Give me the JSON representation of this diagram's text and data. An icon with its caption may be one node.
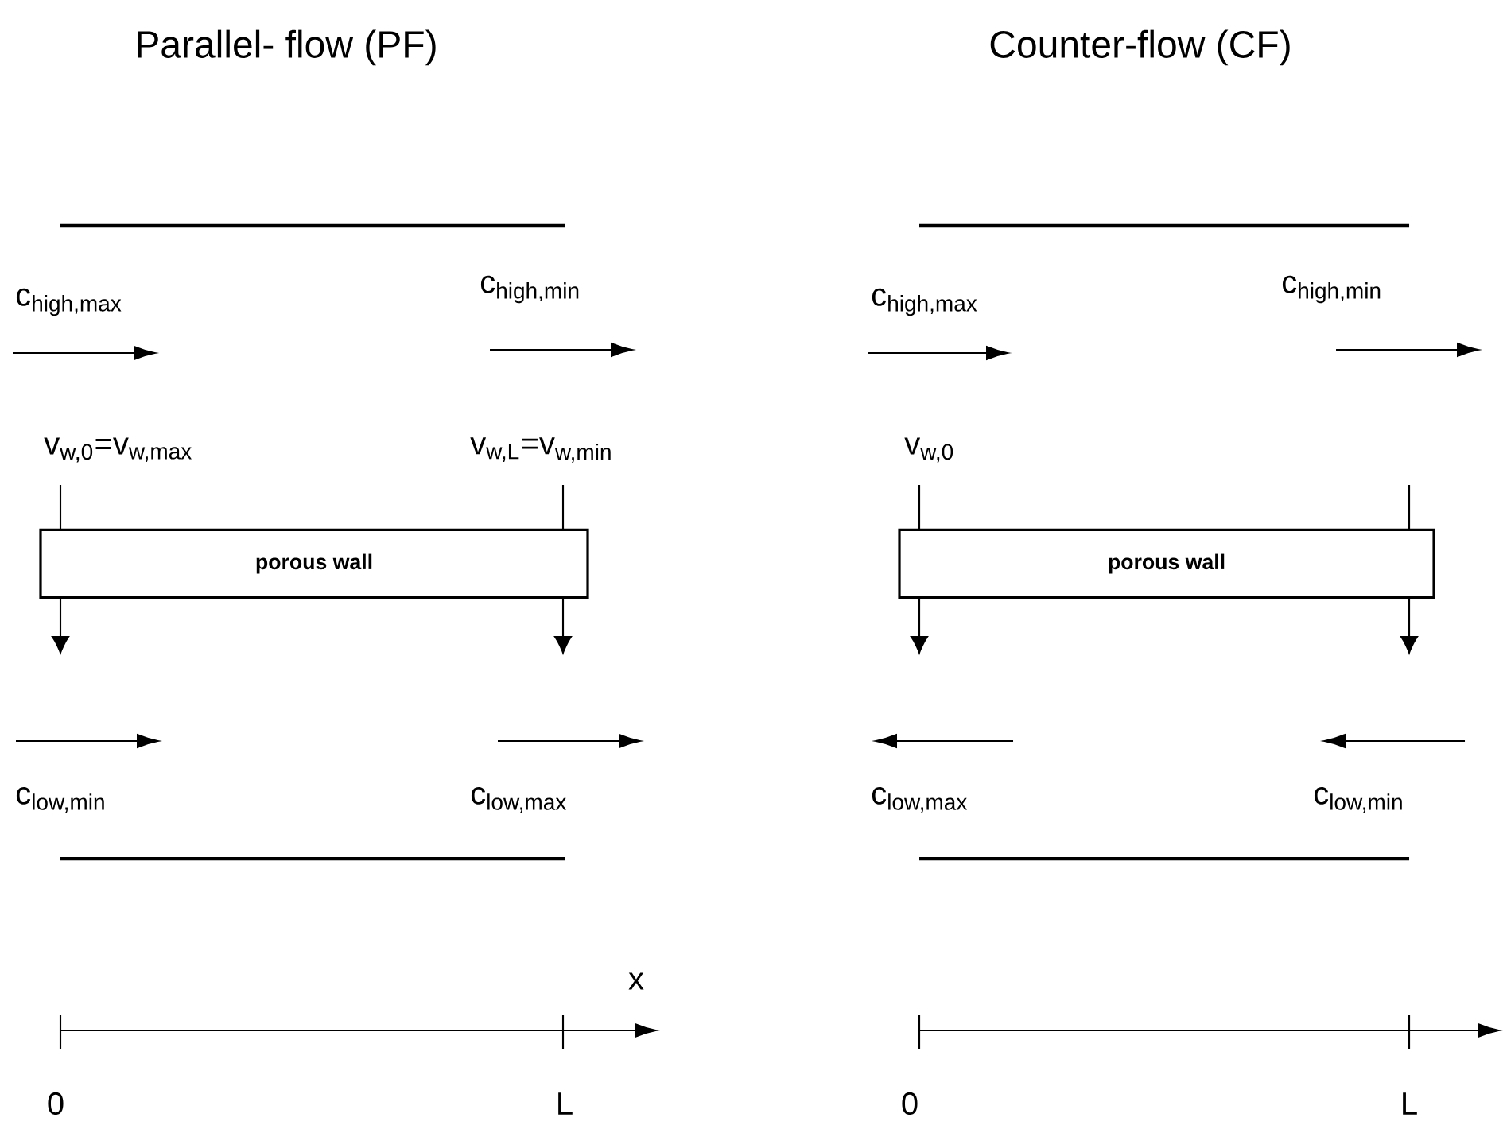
{
  "diagram": {
    "nodes": [
      {
        "text": [
          "porous wall"
        ]
      },
      {
        "text": [
          "porous wall"
        ]
      }
    ],
    "labels": [
      "Parallel- flow (PF)",
      "Counter-flow (CF)",
      "c$_{high,max}$",
      "c$_{high,min}$",
      "c$_{high,max}$",
      "c$_{high,min}$",
      "v$_{w,0}$=v$_{w,max}$",
      "v$_{w,L}$=v$_{w,min}$",
      "v$_{w,0}$",
      "c$_{low,min}$",
      "c$_{low,max}$",
      "c$_{low,max}$",
      "c$_{low,min}$",
      "x",
      "0",
      "L",
      "0",
      "L"
    ]
  }
}
